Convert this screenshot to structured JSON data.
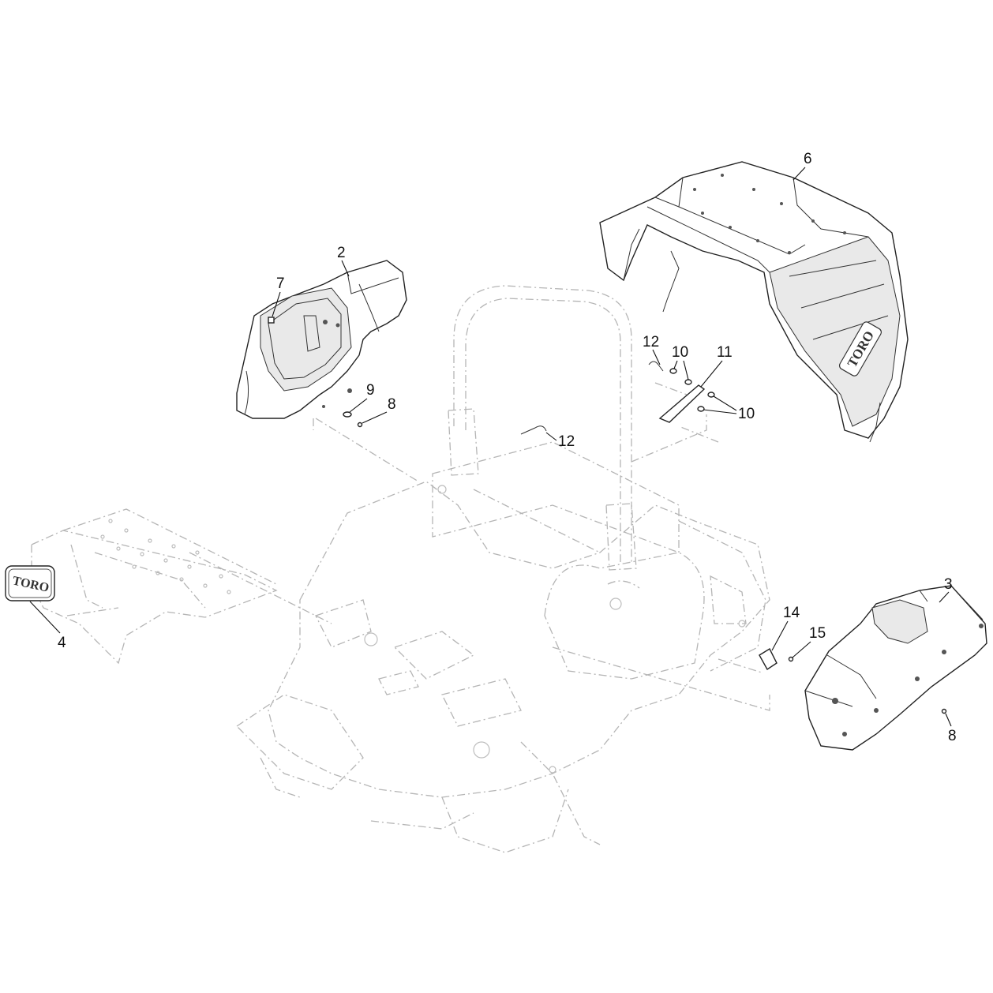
{
  "callouts": {
    "c2": "2",
    "c3": "3",
    "c4": "4",
    "c6": "6",
    "c7": "7",
    "c8a": "8",
    "c8b": "8",
    "c9": "9",
    "c10a": "10",
    "c10b": "10",
    "c11": "11",
    "c12a": "12",
    "c12b": "12",
    "c14": "14",
    "c15": "15"
  },
  "brand": {
    "decal_text": "TORO",
    "hood_logo": "TORO"
  }
}
